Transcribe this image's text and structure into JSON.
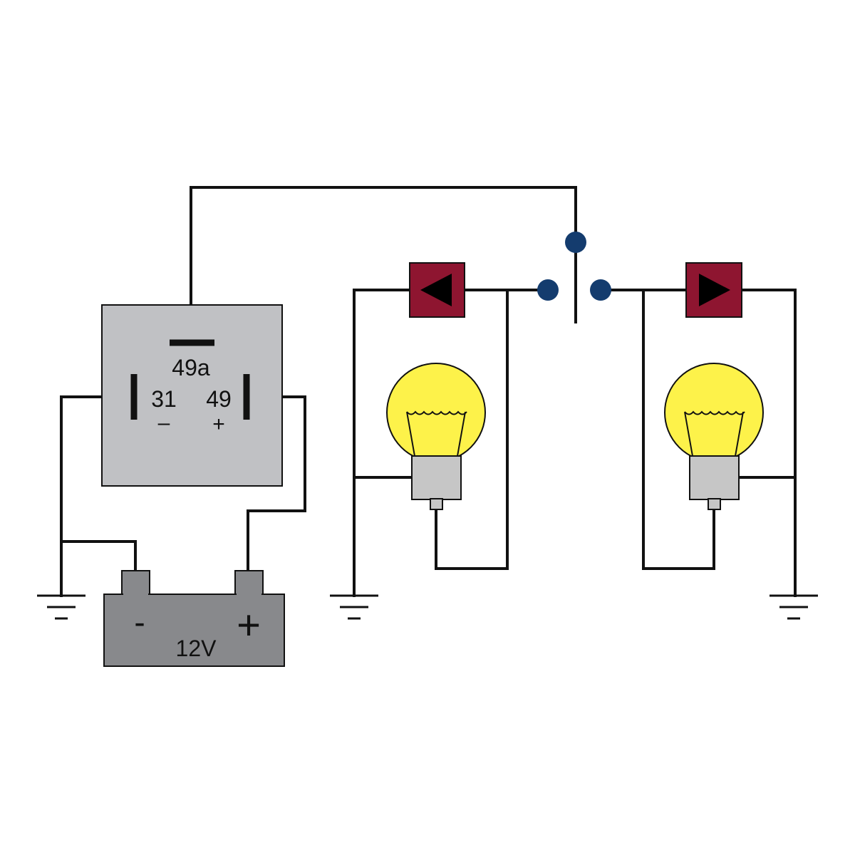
{
  "flasher_relay": {
    "terminal_top": "49a",
    "terminal_left": "31",
    "terminal_left_sign": "–",
    "terminal_right": "49",
    "terminal_right_sign": "+"
  },
  "battery": {
    "negative_sign": "-",
    "positive_sign": "+",
    "voltage": "12V"
  },
  "colors": {
    "relay_fill": "#c0c1c4",
    "battery_fill": "#88898c",
    "indicator_fill": "#8e1530",
    "bulb_glass": "#fdf24a",
    "bulb_base": "#c6c6c6",
    "switch_contact": "#143c6e",
    "wire": "#111111"
  },
  "icons": {
    "left_indicator": "arrow-left-icon",
    "right_indicator": "arrow-right-icon",
    "lamp": "light-bulb-icon",
    "ground": "ground-icon"
  }
}
